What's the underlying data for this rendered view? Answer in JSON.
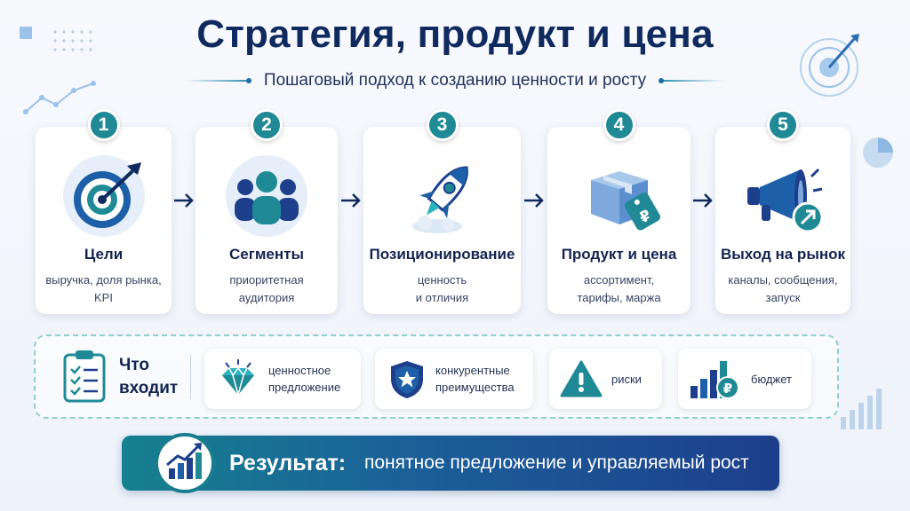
{
  "header": {
    "title": "Стратегия, продукт и цена",
    "subtitle": "Пошаговый подход к созданию ценности и росту"
  },
  "steps": [
    {
      "number": "1",
      "title": "Цели",
      "description": "выручка, доля рынка,\nKPI",
      "icon": "target-icon"
    },
    {
      "number": "2",
      "title": "Сегменты",
      "description": "приоритетная\nаудитория",
      "icon": "people-group-icon"
    },
    {
      "number": "3",
      "title": "Позиционирование",
      "description": "ценность\nи отличия",
      "icon": "rocket-icon"
    },
    {
      "number": "4",
      "title": "Продукт и цена",
      "description": "ассортимент,\nтарифы, маржа",
      "icon": "box-price-tag-icon"
    },
    {
      "number": "5",
      "title": "Выход на рынок",
      "description": "каналы, сообщения,\nзапуск",
      "icon": "megaphone-icon"
    }
  ],
  "includes": {
    "label": "Что\nвходит",
    "icon": "checklist-icon",
    "items": [
      {
        "label": "ценностное\nпредложение",
        "icon": "diamond-icon"
      },
      {
        "label": "конкурентные\nпреимущества",
        "icon": "shield-star-icon"
      },
      {
        "label": "риски",
        "icon": "warning-icon"
      },
      {
        "label": "бюджет",
        "icon": "budget-chart-icon"
      }
    ]
  },
  "result": {
    "label": "Результат:",
    "text": "понятное предложение и управляемый рост",
    "icon": "growth-chart-icon"
  },
  "colors": {
    "navy": "#0f2a5e",
    "teal": "#1f8a96",
    "blue": "#1d5fa8",
    "light_blue": "#e5eef9"
  }
}
